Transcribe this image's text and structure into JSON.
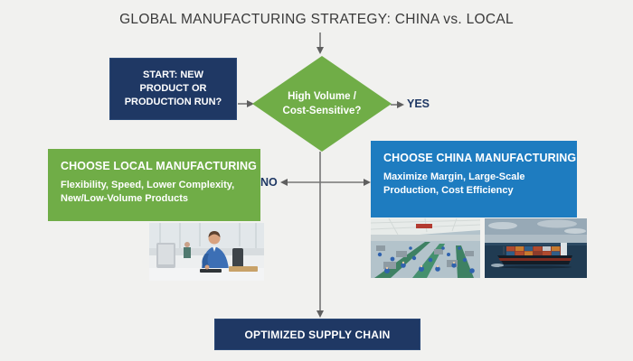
{
  "title": "GLOBAL MANUFACTURING STRATEGY: CHINA vs. LOCAL",
  "flow": {
    "start": {
      "lines": [
        "START: NEW",
        "PRODUCT OR",
        "PRODUCTION RUN?"
      ]
    },
    "decision": {
      "lines": [
        "High Volume /",
        "Cost-Sensitive?"
      ]
    },
    "yes_label": "YES",
    "no_label": "NO",
    "local": {
      "title": "CHOOSE LOCAL MANUFACTURING",
      "subtitle_lines": [
        "Flexibility, Speed, Lower Complexity,",
        "New/Low-Volume Products"
      ]
    },
    "china": {
      "title": "CHOOSE CHINA MANUFACTURING",
      "subtitle_lines": [
        "Maximize Margin, Large-Scale",
        "Production, Cost Efficiency"
      ]
    },
    "result": {
      "label": "OPTIMIZED SUPPLY CHAIN"
    }
  },
  "images": {
    "office": "office-worker-at-desk-photo",
    "factory": "factory-floor-workers-photo",
    "ship": "container-ship-at-sea-photo"
  },
  "colors": {
    "navy": "#1F3864",
    "green": "#70AD47",
    "azure": "#1E7CC0",
    "background": "#F1F1EF",
    "connector": "#757575",
    "label_text": "#1F3864",
    "title_text": "#3A3A3A"
  }
}
